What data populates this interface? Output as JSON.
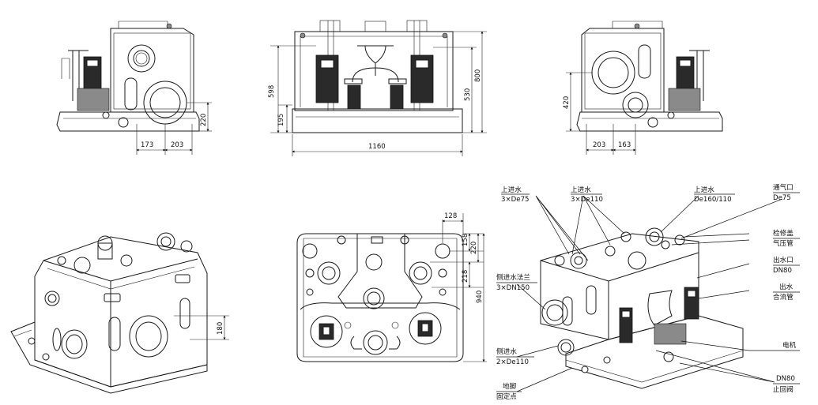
{
  "dimensions": {
    "front": {
      "d1": "173",
      "d2": "203",
      "h": "220"
    },
    "side": {
      "width": "1160",
      "h_total": "800",
      "h_598": "598",
      "h_530": "530",
      "h_195": "195"
    },
    "rear": {
      "d1": "203",
      "d2": "163",
      "h": "420"
    },
    "iso_left": {
      "h": "180"
    },
    "top": {
      "d128": "128",
      "d158": "158",
      "d220": "220",
      "d218": "218",
      "d940": "940"
    }
  },
  "labels": {
    "inlet_top_de75": [
      "上进水",
      "3×De75"
    ],
    "inlet_top_de110": [
      "上进水",
      "3×De110"
    ],
    "inlet_top_de160": [
      "上进水",
      "De160/110"
    ],
    "vent": [
      "通气口",
      "De75"
    ],
    "inspection": [
      "检修盖",
      "气压管"
    ],
    "outlet": [
      "出水口",
      "DN80"
    ],
    "outlet_merge": [
      "出水",
      "合流管"
    ],
    "side_flange": [
      "侧进水法兰",
      "3×DN150"
    ],
    "side_inlet": [
      "侧进水",
      "2×De110"
    ],
    "motor": "电机",
    "check_valve": [
      "DN80",
      "止回阀"
    ],
    "foot": [
      "地脚",
      "固定点"
    ]
  }
}
